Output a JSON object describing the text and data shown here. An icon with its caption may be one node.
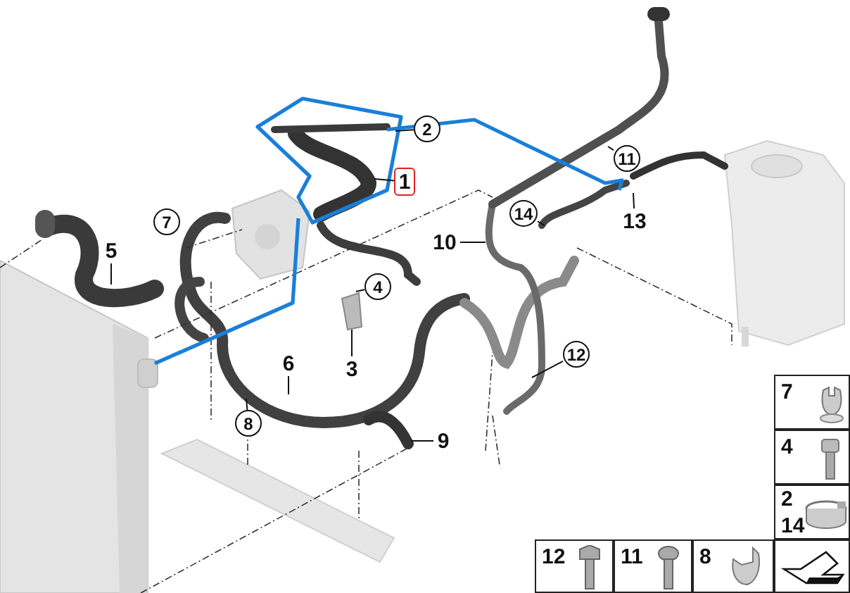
{
  "diagram": {
    "nodes": [
      {
        "text": [
          "2"
        ]
      },
      {
        "text": [
          "1"
        ]
      },
      {
        "text": [
          "11"
        ]
      },
      {
        "text": [
          "7"
        ]
      },
      {
        "text": [
          "14"
        ]
      },
      {
        "text": [
          "13"
        ]
      },
      {
        "text": [
          "5"
        ]
      },
      {
        "text": [
          "10"
        ]
      },
      {
        "text": [
          "4"
        ]
      },
      {
        "text": [
          "3"
        ]
      },
      {
        "text": [
          "12"
        ]
      },
      {
        "text": [
          "6"
        ]
      },
      {
        "text": [
          "8"
        ]
      },
      {
        "text": [
          "9"
        ]
      }
    ],
    "edges": [
      {
        "from": 0,
        "to": null,
        "arrow": "none"
      },
      {
        "from": 1,
        "to": null,
        "arrow": "none"
      },
      {
        "from": 2,
        "to": null,
        "arrow": "none"
      },
      {
        "from": 4,
        "to": null,
        "arrow": "none"
      },
      {
        "from": 5,
        "to": null,
        "arrow": "none"
      },
      {
        "from": 6,
        "to": null,
        "arrow": "none"
      },
      {
        "from": 7,
        "to": null,
        "arrow": "none"
      },
      {
        "from": 8,
        "to": null,
        "arrow": "none"
      },
      {
        "from": 9,
        "to": null,
        "arrow": "none"
      },
      {
        "from": 10,
        "to": null,
        "arrow": "none"
      },
      {
        "from": 11,
        "to": null,
        "arrow": "none"
      },
      {
        "from": 12,
        "to": null,
        "arrow": "none"
      },
      {
        "from": 13,
        "to": null,
        "arrow": "none"
      }
    ],
    "labels": [
      "7",
      "4",
      "2",
      "14",
      "12",
      "11",
      "8"
    ]
  }
}
